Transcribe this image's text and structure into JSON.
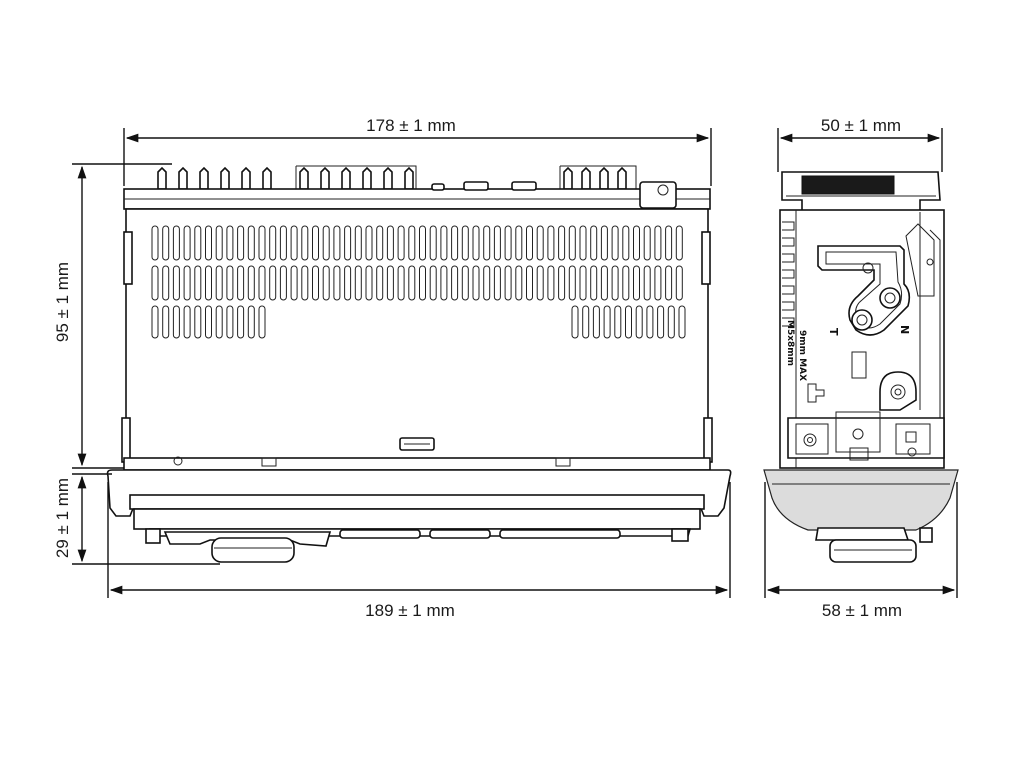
{
  "dimensions": {
    "front_width": "178 ± 1 mm",
    "side_depth": "50 ± 1 mm",
    "body_height": "95 ± 1 mm",
    "panel_height": "29 ± 1 mm",
    "panel_width": "189 ± 1 mm",
    "side_panel_depth": "58 ± 1 mm"
  },
  "side_view_marks": {
    "letter_n": "N",
    "letter_t_upper": "T",
    "letter_t_lower": "T",
    "screw_spec_line1": "9mm MAX",
    "screw_spec_line2": "M5x8mm"
  },
  "colors": {
    "line": "#111111",
    "fill_grey": "#dcdcdc",
    "fill_dark": "#1a1a1a"
  }
}
